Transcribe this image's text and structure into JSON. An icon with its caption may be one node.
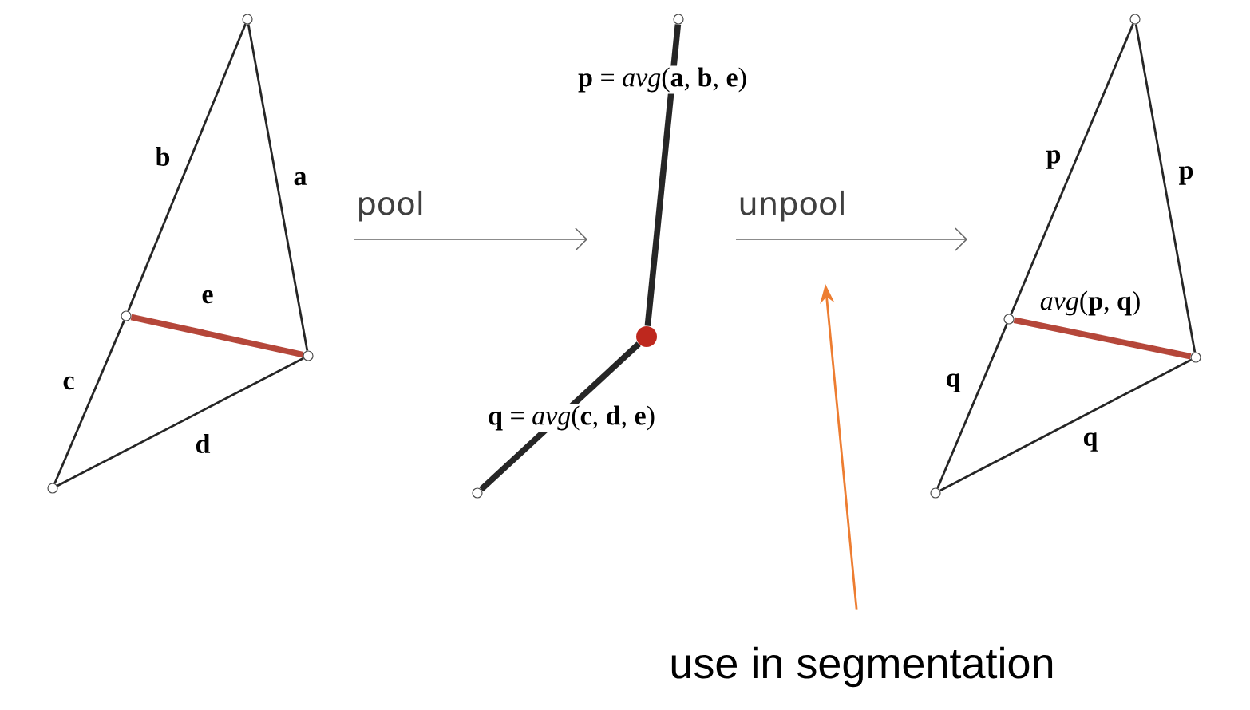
{
  "diagram": {
    "nodes": [
      {
        "text": [],
        "shape": "circle"
      },
      {
        "text": [],
        "shape": "circle"
      },
      {
        "text": [],
        "shape": "circle"
      },
      {
        "text": [],
        "shape": "circle"
      },
      {
        "text": [],
        "shape": "circle"
      },
      {
        "text": [],
        "shape": "dot"
      },
      {
        "text": [],
        "shape": "circle"
      },
      {
        "text": [],
        "shape": "circle"
      },
      {
        "text": [],
        "shape": "circle"
      },
      {
        "text": [],
        "shape": "circle"
      },
      {
        "text": [],
        "shape": "circle"
      },
      {
        "text": [
          "use in segmentation"
        ]
      }
    ],
    "edges": [
      {
        "from": 0,
        "to": 2,
        "arrow": "none",
        "label": "a"
      },
      {
        "from": 0,
        "to": 1,
        "arrow": "none",
        "label": "b"
      },
      {
        "from": 1,
        "to": 3,
        "arrow": "none",
        "label": "c"
      },
      {
        "from": 3,
        "to": 2,
        "arrow": "none",
        "label": "d"
      },
      {
        "from": 1,
        "to": 2,
        "arrow": "none",
        "label": "e",
        "style": "thick",
        "color": "#b5473a"
      },
      {
        "from": 4,
        "to": 5,
        "arrow": "none",
        "label": "**p** = *avg*(**a**, **b**, **e**)",
        "style": "thick"
      },
      {
        "from": 5,
        "to": 6,
        "arrow": "none",
        "label": "**q** = *avg*(**c**, **d**, **e**)",
        "style": "thick"
      },
      {
        "from": 7,
        "to": 8,
        "arrow": "none",
        "label": "p"
      },
      {
        "from": 7,
        "to": 9,
        "arrow": "none",
        "label": "p"
      },
      {
        "from": 8,
        "to": 10,
        "arrow": "none",
        "label": "q"
      },
      {
        "from": 10,
        "to": 9,
        "arrow": "none",
        "label": "q"
      },
      {
        "from": 8,
        "to": 9,
        "arrow": "none",
        "label": "*avg*(**p**, **q**)",
        "style": "thick",
        "color": "#b5473a"
      },
      {
        "from": 11,
        "to": null,
        "arrow": "to",
        "color": "#ed7d31"
      }
    ],
    "labels": [
      "pool",
      "unpool"
    ]
  }
}
